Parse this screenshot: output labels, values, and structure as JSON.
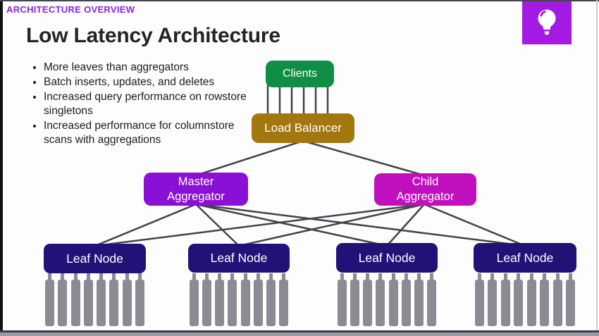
{
  "page": {
    "kicker": "ARCHITECTURE OVERVIEW",
    "title": "Low Latency Architecture"
  },
  "bullets": [
    "More leaves than aggregators",
    "Batch inserts, updates, and deletes",
    "Increased query performance on rowstore singletons",
    "Increased performance for columnstore scans with aggregations"
  ],
  "diagram": {
    "clients_label": "Clients",
    "load_balancer_label": "Load Balancer",
    "master_aggregator_label": "Master Aggregator",
    "child_aggregator_label": "Child Aggregator",
    "leaf_nodes": [
      "Leaf Node",
      "Leaf Node",
      "Leaf Node",
      "Leaf Node"
    ],
    "partitions_per_leaf": 8,
    "colors": {
      "clients": "#0f8f46",
      "load_balancer": "#a1770e",
      "master_aggregator": "#8a10d5",
      "child_aggregator": "#c010bd",
      "leaf_node": "#211277",
      "partition_bar": "#8b8b94",
      "connector_line": "#42424c",
      "kicker_text": "#8f22dd",
      "corner_icon_bg": "#a21ae3"
    }
  },
  "branding": {
    "corner_icon": "lightbulb-icon"
  }
}
